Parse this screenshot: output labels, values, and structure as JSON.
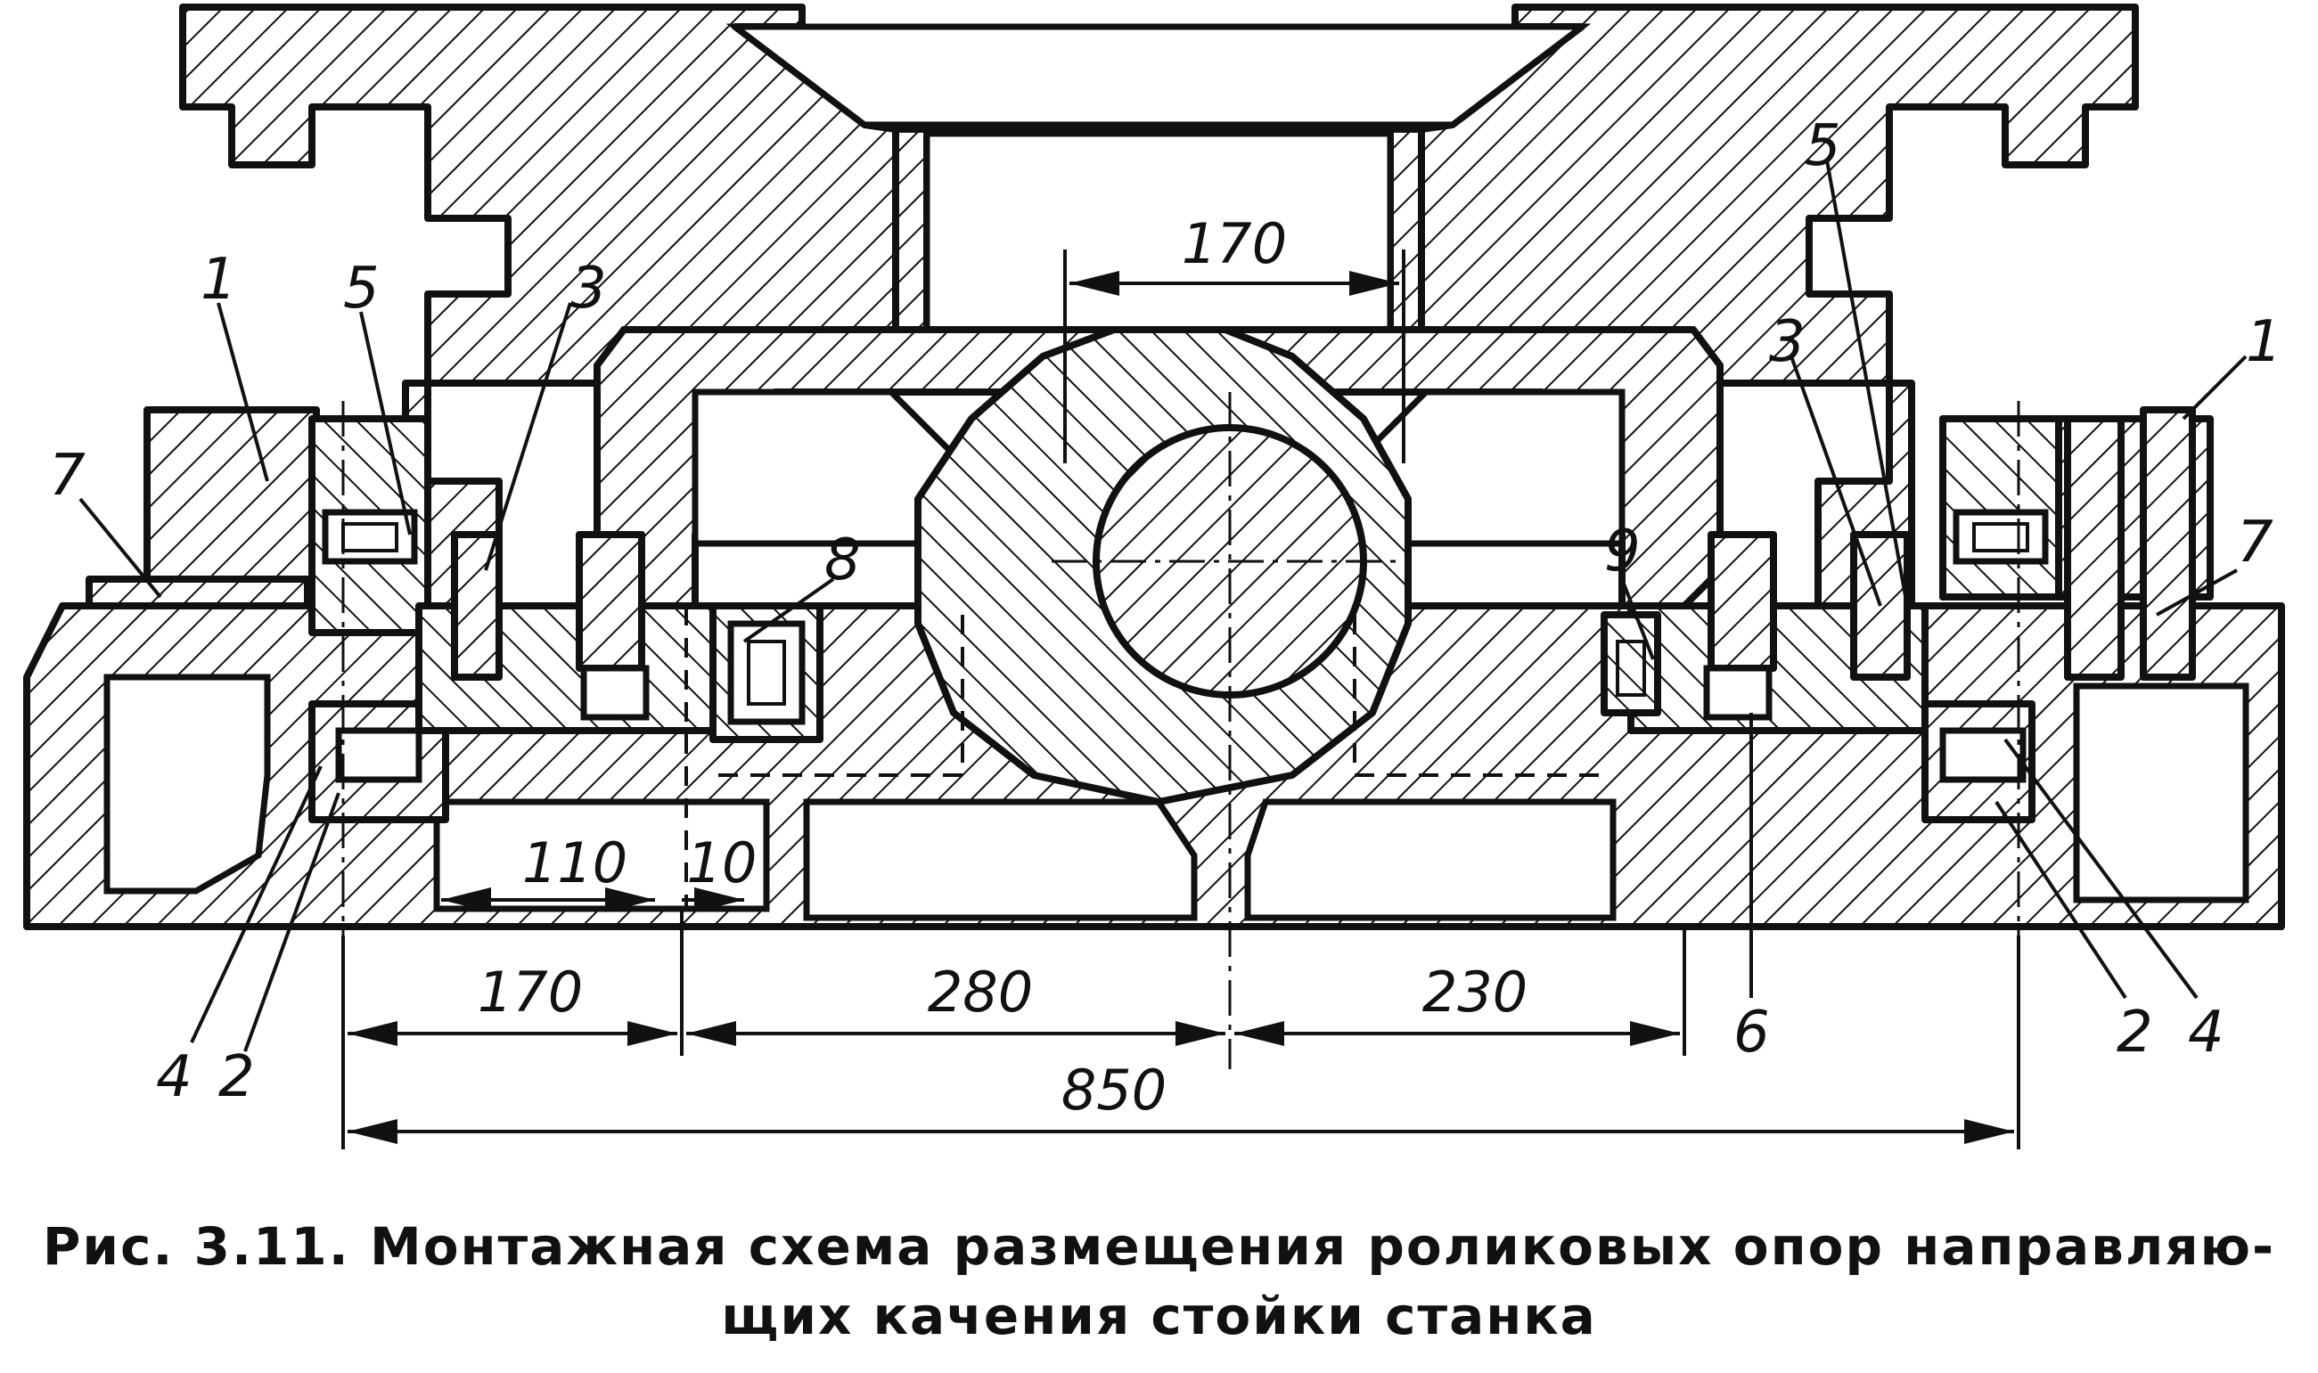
{
  "figure": {
    "caption_line1": "Рис. 3.11. Монтажная схема размещения роликовых опор направляю-",
    "caption_line2": "щих качения стойки станка"
  },
  "part_labels": {
    "left_1": "1",
    "left_5": "5",
    "left_3": "3",
    "left_7": "7",
    "left_4": "4",
    "left_2": "2",
    "label_8": "8",
    "label_9": "9",
    "right_5": "5",
    "right_3": "3",
    "right_1": "1",
    "right_7": "7",
    "right_6": "6",
    "right_2": "2",
    "right_4": "4"
  },
  "dimensions": {
    "top_170": "170",
    "d110": "110",
    "d10": "10",
    "d170": "170",
    "d280": "280",
    "d230": "230",
    "d850": "850"
  }
}
